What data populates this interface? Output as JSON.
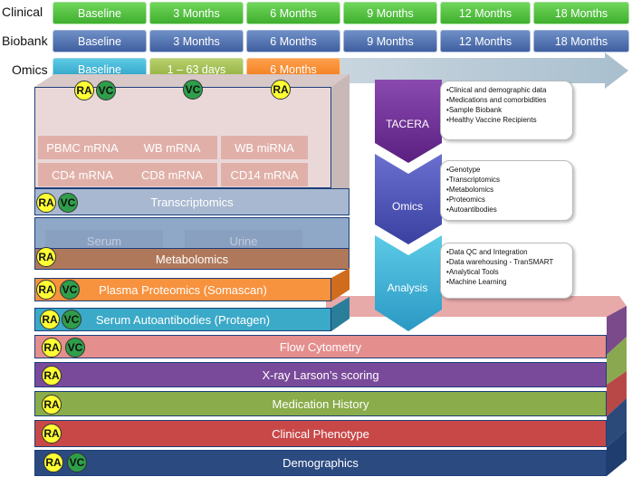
{
  "timeline": {
    "rows": [
      {
        "label": "Clinical",
        "cells": [
          "Baseline",
          "3 Months",
          "6 Months",
          "9 Months",
          "12 Months",
          "18 Months"
        ]
      },
      {
        "label": "Biobank",
        "cells": [
          "Baseline",
          "3 Months",
          "6 Months",
          "9 Months",
          "12 Months",
          "18 Months"
        ]
      },
      {
        "label": "Omics",
        "cells": [
          "Baseline",
          "1 – 63 days",
          "6 Months"
        ]
      }
    ]
  },
  "badges": {
    "ra": "RA",
    "vc": "VC"
  },
  "transcript_samples": [
    "PBMC mRNA",
    "WB mRNA",
    "WB miRNA",
    "CD4 mRNA",
    "CD8 mRNA",
    "CD14 mRNA"
  ],
  "metabolomics_samples": [
    "Serum",
    "Urine"
  ],
  "layers": [
    "Transcriptomics",
    "Metabolomics",
    "Plasma Proteomics (Somascan)",
    "Serum Autoantibodies (Protagen)",
    "Flow Cytometry",
    "X-ray Larson’s scoring",
    "Medication History",
    "Clinical Phenotype",
    "Demographics"
  ],
  "pipeline": [
    {
      "title": "TACERA",
      "items": [
        "Clinical and demographic data",
        "Medications and comorbidities",
        "Sample Biobank",
        "Healthy Vaccine Recipients"
      ]
    },
    {
      "title": "Omics",
      "items": [
        "Genotype",
        "Transcriptomics",
        "Metabolomics",
        "Proteomics",
        "Autoantibodies"
      ]
    },
    {
      "title": "Analysis",
      "items": [
        "Data QC and Integration",
        "Data warehousing - TranSMART",
        "Analytical Tools",
        "Machine Learning"
      ]
    }
  ],
  "colors": {
    "clinical": "#3fae2e",
    "biobank": "#3f5f9f",
    "omics_baseline": "#2b9ec2",
    "omics_days": "#8fad3a",
    "omics_6m": "#f07a18",
    "chevron_1": "#6a2a8f",
    "chevron_2": "#4a52b0",
    "chevron_3": "#2aa8d0"
  }
}
